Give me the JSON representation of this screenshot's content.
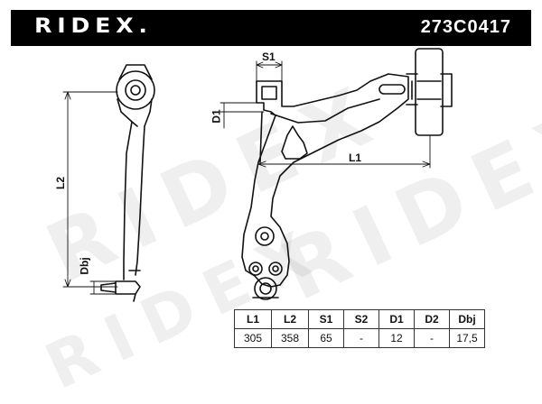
{
  "header": {
    "brand": "RIDEX.",
    "part_number": "273C0417"
  },
  "dimension_labels": {
    "s1": "S1",
    "d1": "D1",
    "l1": "L1",
    "l2": "L2",
    "dbj": "Dbj"
  },
  "watermark_text": "RIDEX",
  "spec_table": {
    "headers": [
      "L1",
      "L2",
      "S1",
      "S2",
      "D1",
      "D2",
      "Dbj"
    ],
    "values": [
      "305",
      "358",
      "65",
      "-",
      "12",
      "-",
      "17,5"
    ]
  }
}
